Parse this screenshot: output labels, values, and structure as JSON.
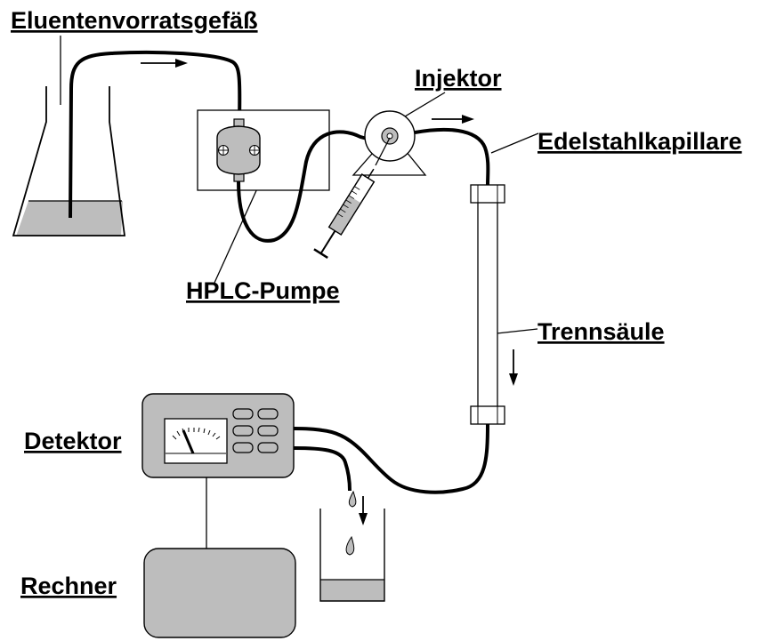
{
  "labels": {
    "eluent_reservoir": "Eluentenvorratsgefäß",
    "injector": "Injektor",
    "capillary": "Edelstahlkapillare",
    "pump": "HPLC-Pumpe",
    "column": "Trennsäule",
    "detector": "Detektor",
    "computer": "Rechner"
  },
  "colors": {
    "line": "#000000",
    "liquid": "#bdbdbd",
    "device": "#bdbdbd",
    "background": "#ffffff"
  },
  "flow_arrows": [
    "right",
    "right",
    "down",
    "down"
  ]
}
